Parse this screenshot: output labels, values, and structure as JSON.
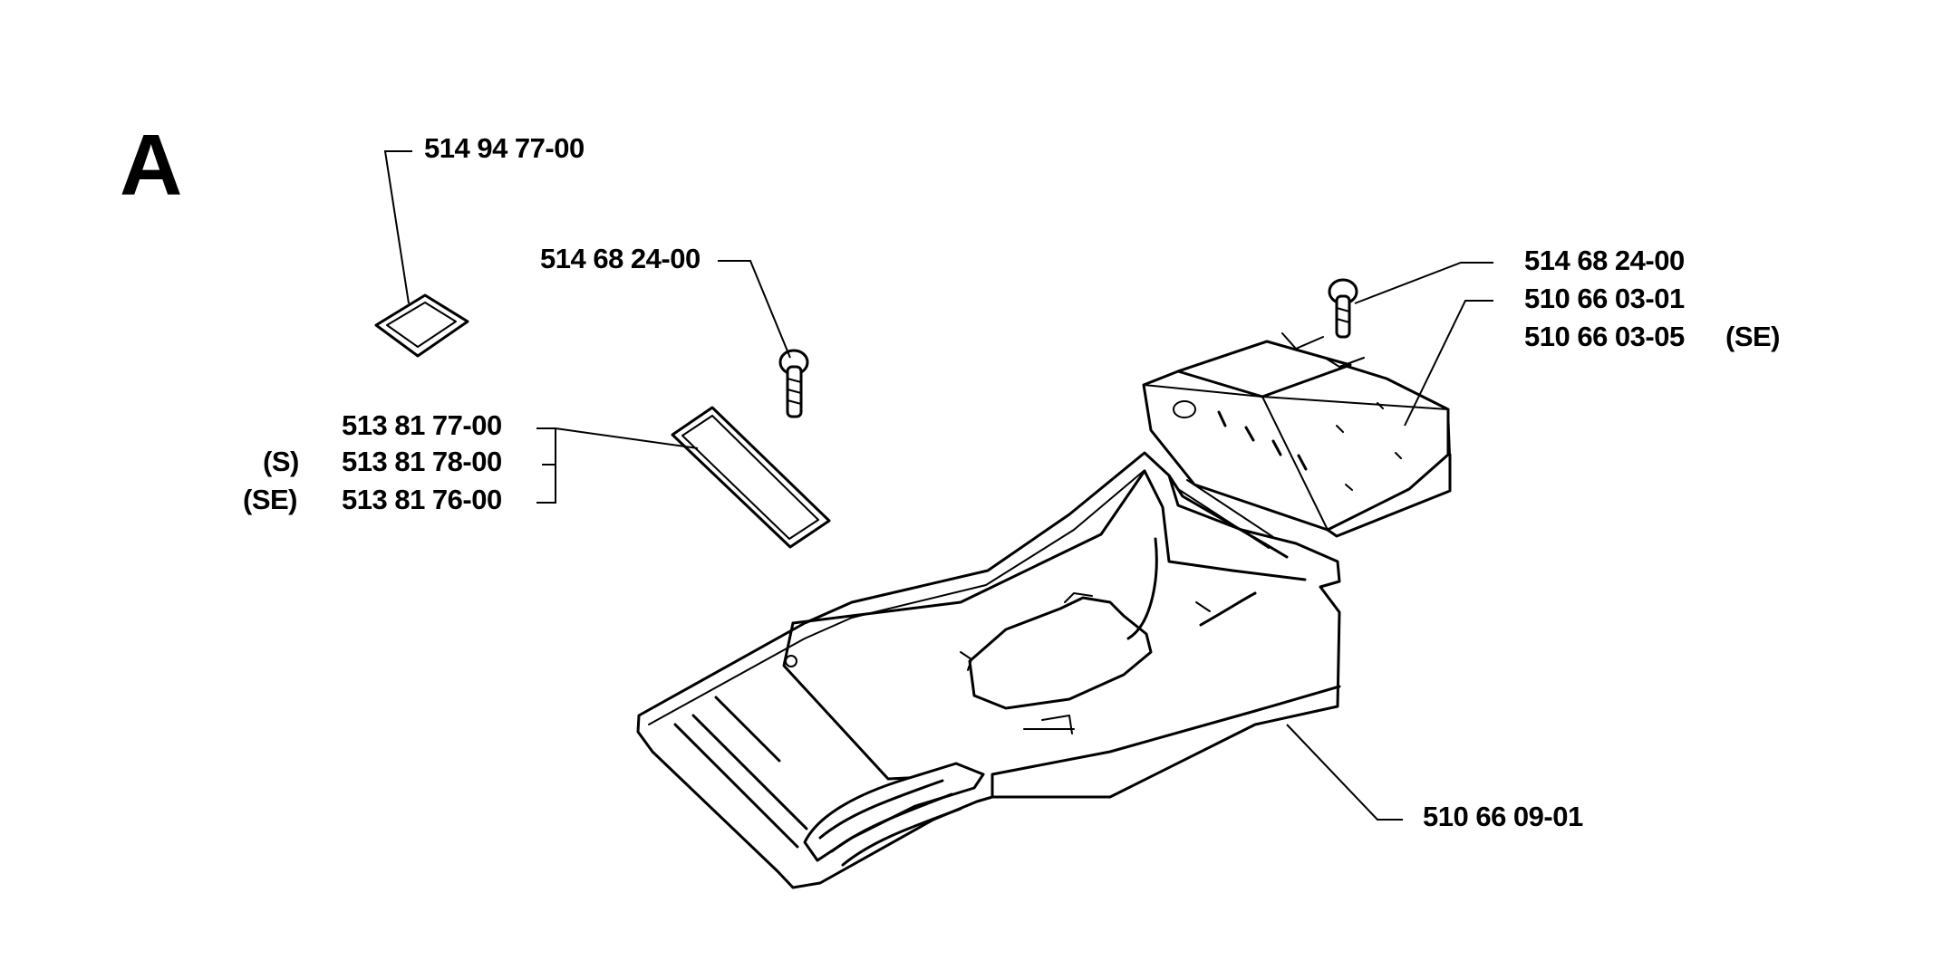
{
  "section_letter": "A",
  "callouts": {
    "decal_top": "514 94 77-00",
    "screw_left": "514 68 24-00",
    "screw_right": "514 68 24-00",
    "cover_std": "510 66 03-01",
    "cover_se": "510 66 03-05",
    "cover_se_tag": "(SE)",
    "decal_std": "513 81 77-00",
    "decal_s": "513 81 78-00",
    "decal_s_tag": "(S)",
    "decal_se": "513 81 76-00",
    "decal_se_tag": "(SE)",
    "housing": "510 66 09-01"
  }
}
